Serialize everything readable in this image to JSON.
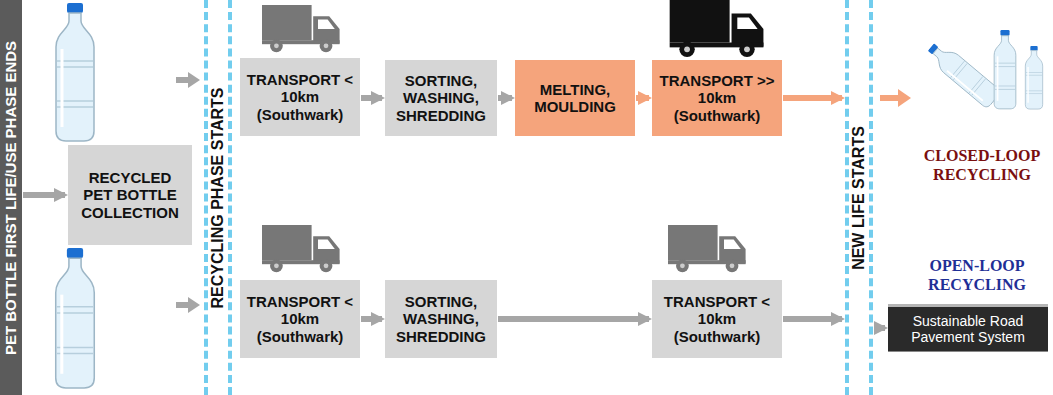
{
  "diagram": {
    "nodes": [
      {
        "text": [
          "PET BOTTLE FIRST LIFE/USE PHASE ENDS"
        ]
      },
      {
        "text": [
          "RECYCLED PET BOTTLE COLLECTION"
        ]
      },
      {
        "text": [
          "RECYCLING PHASE STARTS"
        ]
      },
      {
        "text": [
          "TRANSPORT < 10km (Southwark)"
        ]
      },
      {
        "text": [
          "SORTING, WASHING, SHREDDING"
        ]
      },
      {
        "text": [
          "MELTING, MOULDING"
        ]
      },
      {
        "text": [
          "TRANSPORT >> 10km (Southwark)"
        ]
      },
      {
        "text": [
          "TRANSPORT < 10km (Southwark)"
        ]
      },
      {
        "text": [
          "SORTING, WASHING, SHREDDING"
        ]
      },
      {
        "text": [
          "TRANSPORT < 10km (Southwark)"
        ]
      },
      {
        "text": [
          "NEW LIFE STARTS"
        ]
      },
      {
        "text": [
          "Sustainable Road Pavement System"
        ]
      }
    ],
    "edges": [
      {
        "from": 0,
        "to": 1,
        "arrow": "to"
      },
      {
        "from": 3,
        "to": 4,
        "arrow": "to"
      },
      {
        "from": 4,
        "to": 5,
        "arrow": "to"
      },
      {
        "from": 5,
        "to": 6,
        "arrow": "to"
      },
      {
        "from": 6,
        "to": 10,
        "arrow": "to"
      },
      {
        "from": 7,
        "to": 8,
        "arrow": "to"
      },
      {
        "from": 8,
        "to": 9,
        "arrow": "to"
      },
      {
        "from": 9,
        "to": 10,
        "arrow": "to"
      },
      {
        "from": 10,
        "to": 11,
        "arrow": "to"
      }
    ],
    "labels": [
      "CLOSED-LOOP RECYCLING",
      "OPEN-LOOP RECYCLING"
    ]
  }
}
